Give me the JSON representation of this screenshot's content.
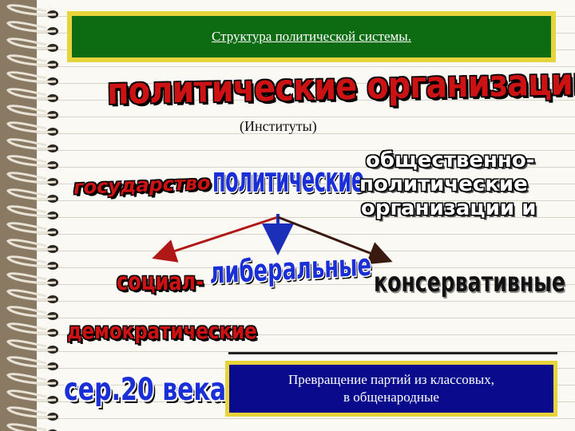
{
  "title": "Структура политической системы.",
  "headline": "политические организации",
  "subtitle": "(Институты)",
  "categories": {
    "state": "государство",
    "political": "политические",
    "public_political": [
      "общественно-",
      "политические",
      "организации и"
    ]
  },
  "party_types": {
    "social_left": "социал-",
    "liberal": "либеральные",
    "conservative": "консервативные",
    "social_right": "демократические"
  },
  "period": "сер.20 века.",
  "note": [
    "Превращение  партий из классовых,",
    "в общенародные"
  ],
  "colors": {
    "title_bg": "#0d6b12",
    "frame": "#e6d43a",
    "note_bg": "#0a0a8c",
    "accent_red": "#cc1212",
    "accent_blue": "#1a2fd6",
    "arrow_left": "#b01818",
    "arrow_mid": "#1c2fb8",
    "arrow_right": "#3a1a10"
  }
}
